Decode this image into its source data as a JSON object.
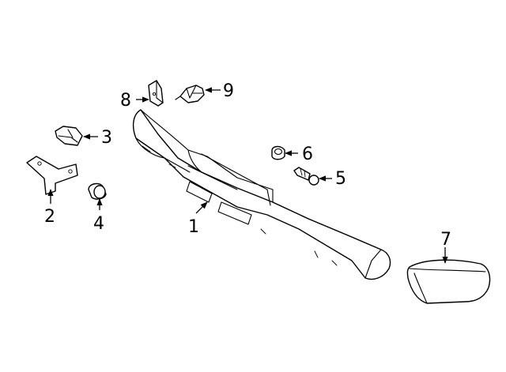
{
  "diagram": {
    "callouts": [
      {
        "id": "1",
        "label": "1",
        "part": "bumper-cover"
      },
      {
        "id": "2",
        "label": "2",
        "part": "bracket"
      },
      {
        "id": "3",
        "label": "3",
        "part": "retainer-clip"
      },
      {
        "id": "4",
        "label": "4",
        "part": "grommet"
      },
      {
        "id": "5",
        "label": "5",
        "part": "push-pin"
      },
      {
        "id": "6",
        "label": "6",
        "part": "nut"
      },
      {
        "id": "7",
        "label": "7",
        "part": "end-cap"
      },
      {
        "id": "8",
        "label": "8",
        "part": "support-bracket"
      },
      {
        "id": "9",
        "label": "9",
        "part": "push-retainer"
      }
    ]
  }
}
